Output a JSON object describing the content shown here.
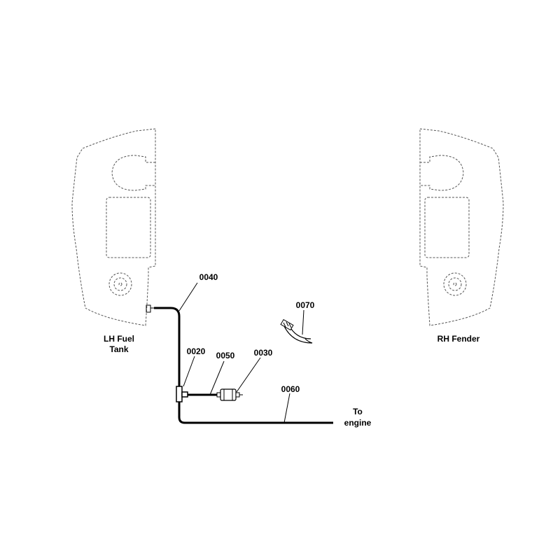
{
  "labels": {
    "left_tank": [
      "LH Fuel",
      "Tank"
    ],
    "right_fender": "RH Fender",
    "to_engine": [
      "To",
      "engine"
    ]
  },
  "callouts": {
    "c0040": "0040",
    "c0070": "0070",
    "c0020": "0020",
    "c0050": "0050",
    "c0030": "0030",
    "c0060": "0060"
  }
}
